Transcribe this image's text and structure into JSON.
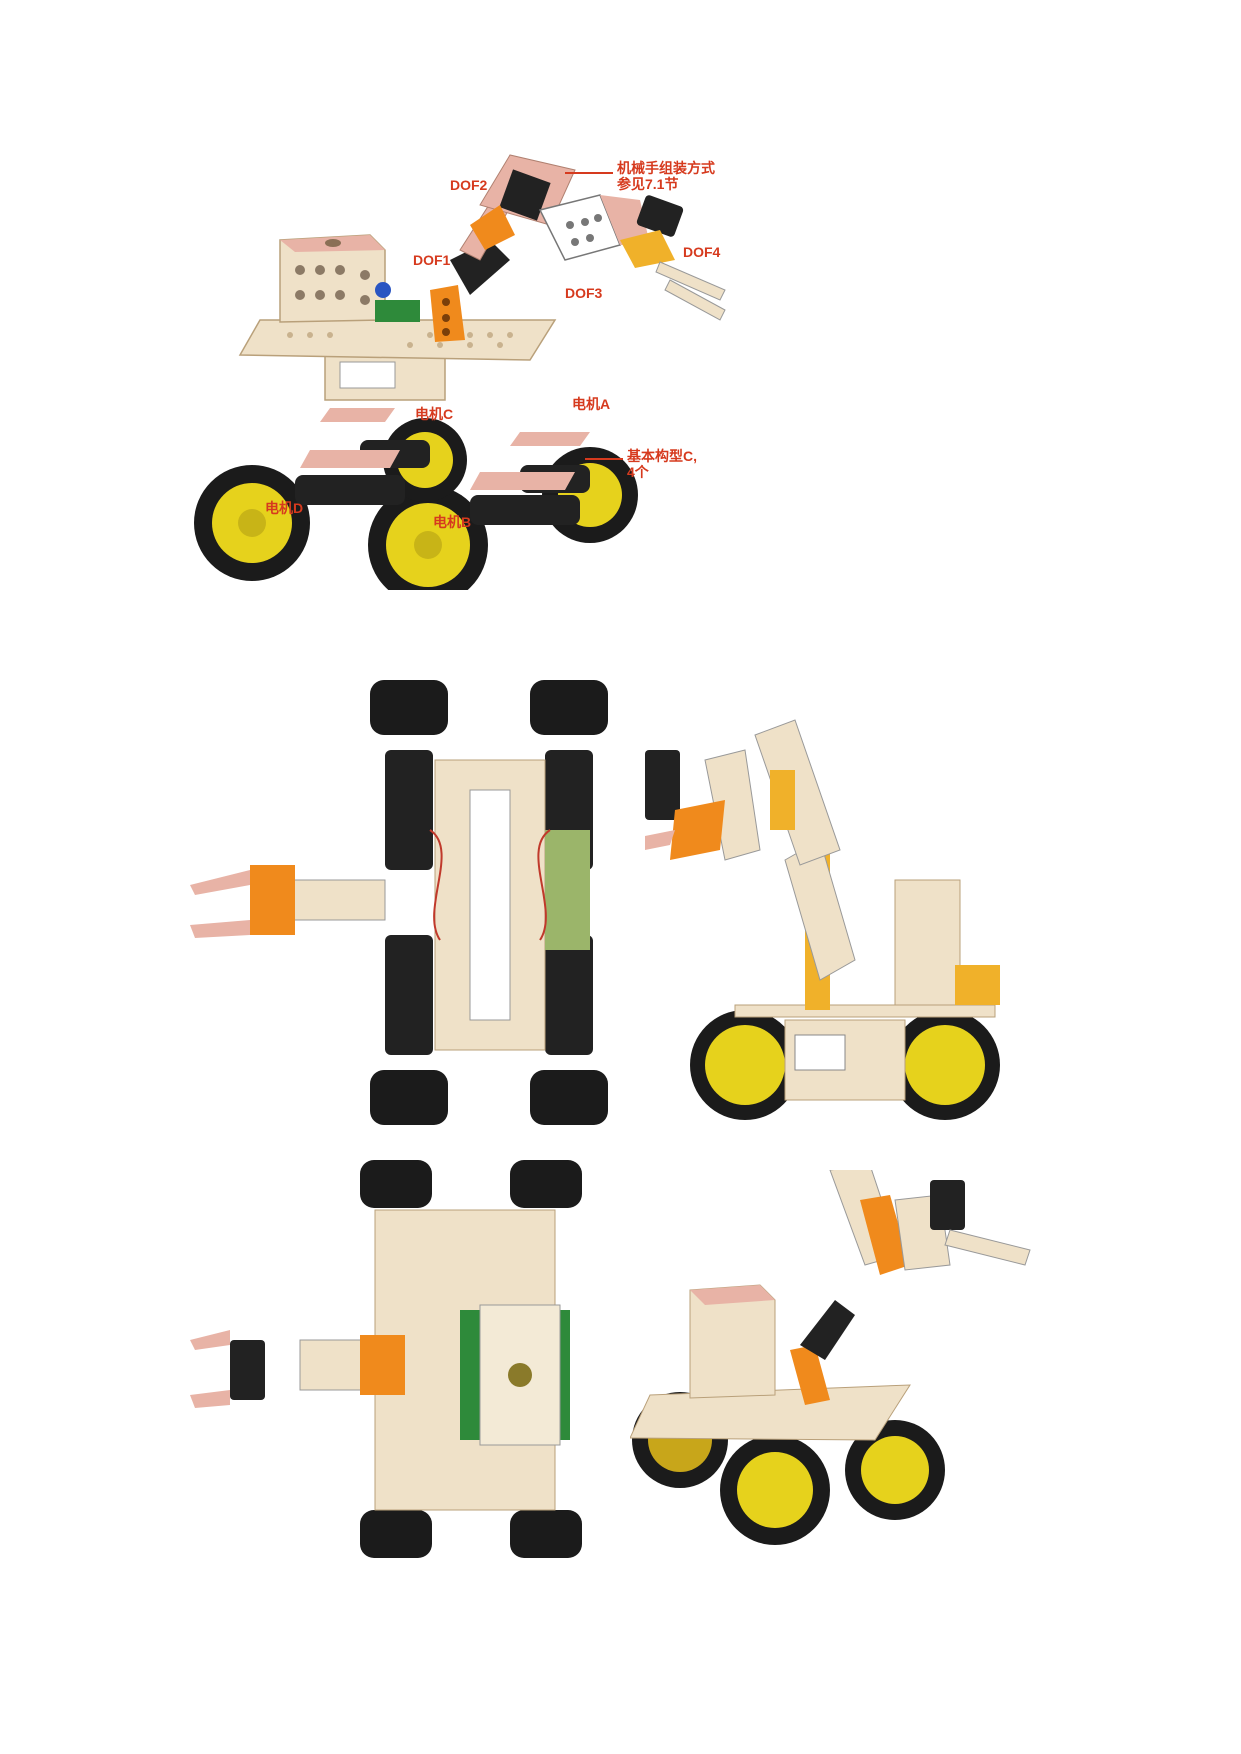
{
  "callouts": {
    "arm_note_line1": "机械手组装方式",
    "arm_note_line2": "参见7.1节",
    "dof1": "DOF1",
    "dof2": "DOF2",
    "dof3": "DOF3",
    "dof4": "DOF4",
    "motor_a": "电机A",
    "motor_b": "电机B",
    "motor_c": "电机C",
    "motor_d": "电机D",
    "base_note_line1": "基本构型C,",
    "base_note_line2": "4个"
  },
  "colors": {
    "callout": "#d63a1e",
    "tire": "#1b1b1b",
    "rim": "#e6d21c",
    "plate": "#efe1c8",
    "bracket_orange": "#f08a1c",
    "bracket_pink": "#e8b3a6",
    "pcb_green": "#2e8a3a",
    "servo_black": "#222222"
  }
}
